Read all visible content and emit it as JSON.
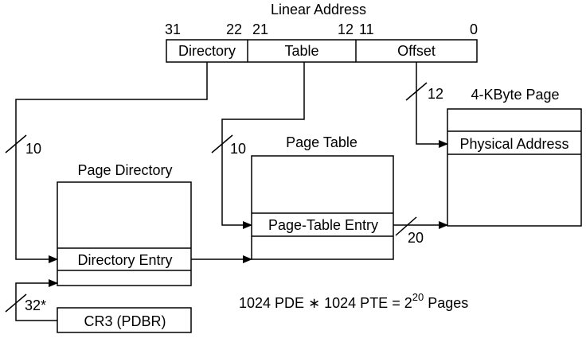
{
  "linear_address": {
    "title": "Linear Address",
    "bits": {
      "b31": "31",
      "b22": "22",
      "b21": "21",
      "b12": "12",
      "b11": "11",
      "b0": "0"
    },
    "fields": {
      "directory": "Directory",
      "table": "Table",
      "offset": "Offset"
    }
  },
  "bus_widths": {
    "directory": "10",
    "table": "10",
    "offset": "12",
    "cr3": "32*",
    "pte_out": "20"
  },
  "page_directory": {
    "title": "Page Directory",
    "entry": "Directory Entry"
  },
  "page_table": {
    "title": "Page Table",
    "entry": "Page-Table Entry"
  },
  "page": {
    "title": "4-KByte Page",
    "entry": "Physical Address"
  },
  "cr3": {
    "label": "CR3 (PDBR)"
  },
  "formula": {
    "text_before": "1024 PDE ∗ 1024 PTE = 2",
    "exponent": "20",
    "text_after": " Pages"
  }
}
